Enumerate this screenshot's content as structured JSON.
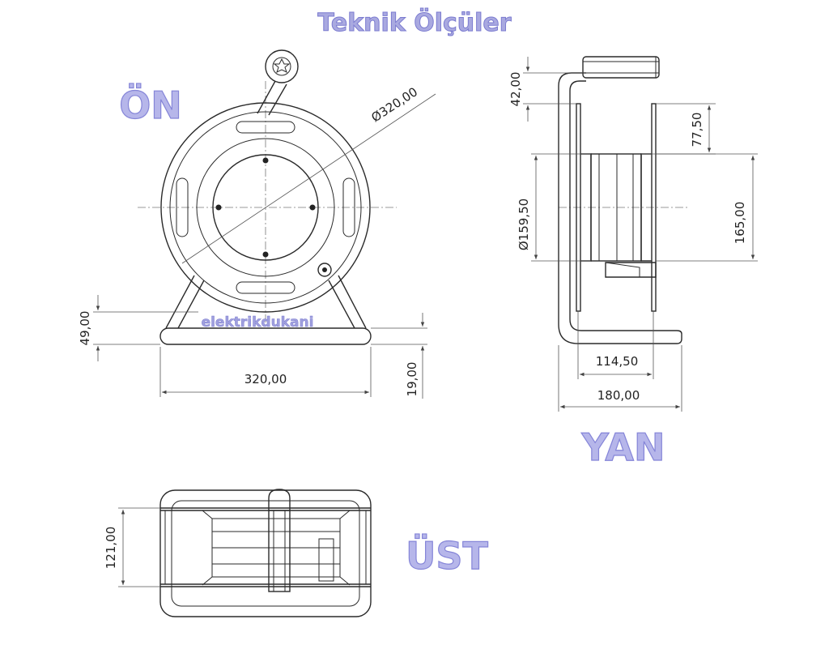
{
  "title": "Teknik Ölçüler",
  "watermark": "elektrikdukani",
  "views": {
    "front": {
      "label": "ÖN"
    },
    "side": {
      "label": "YAN"
    },
    "top": {
      "label": "ÜST"
    }
  },
  "dimensions": {
    "front_diameter": "Ø320,00",
    "front_width": "320,00",
    "front_base_height": "49,00",
    "front_foot_height": "19,00",
    "side_handle": "42,00",
    "side_flange": "77,50",
    "side_drum_diameter": "Ø159,50",
    "side_drum_height": "165,00",
    "side_drum_width": "114,50",
    "side_total_width": "180,00",
    "top_depth": "121,00"
  },
  "colors": {
    "label": "#b6b6ea",
    "label_stroke": "#8585d8",
    "line": "#2a2a2a"
  }
}
